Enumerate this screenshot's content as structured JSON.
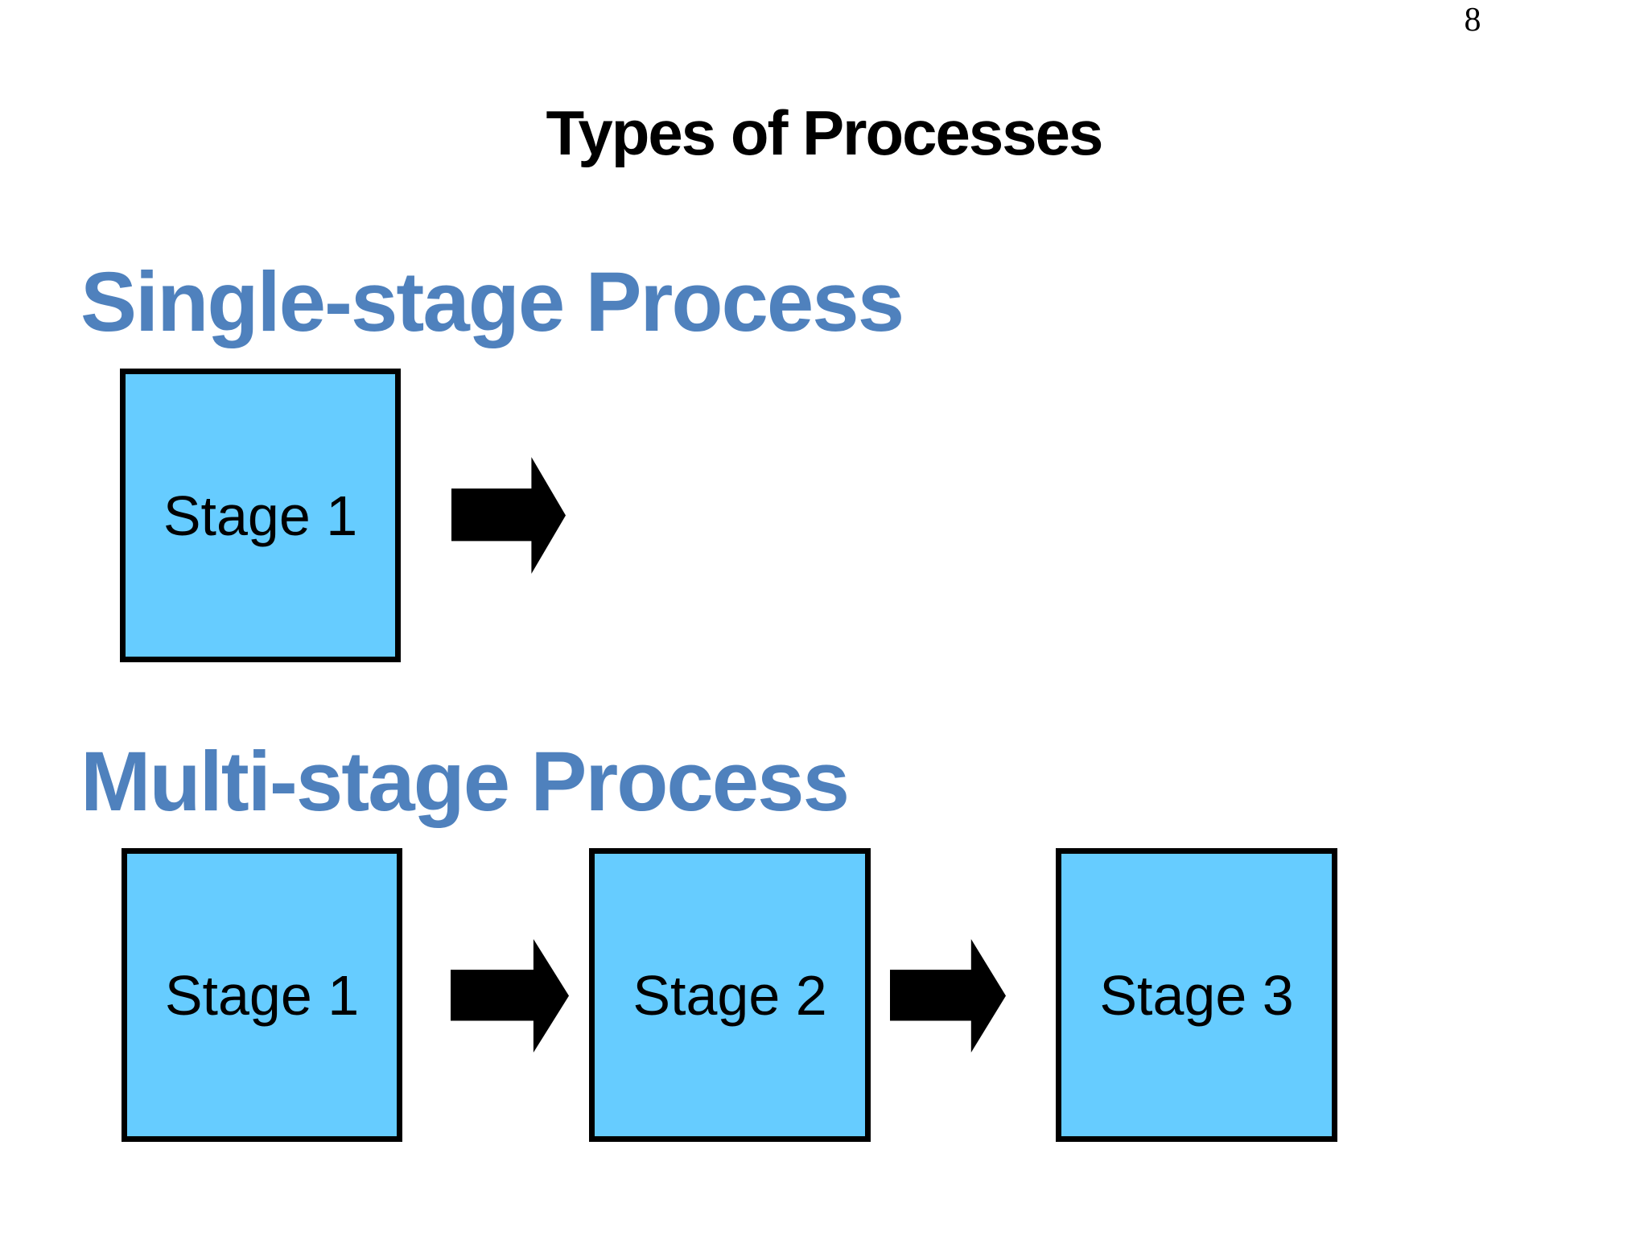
{
  "page": {
    "number": "8",
    "title": "Types of Processes"
  },
  "sections": [
    {
      "heading": "Single-stage Process",
      "stages": [
        "Stage 1"
      ]
    },
    {
      "heading": "Multi-stage Process",
      "stages": [
        "Stage 1",
        "Stage 2",
        "Stage 3"
      ]
    }
  ],
  "colors": {
    "box_fill": "#66CCFF",
    "box_border": "#000000",
    "heading_blue": "#4F81BD",
    "arrow_black": "#000000",
    "background": "#FFFFFF"
  },
  "icons": {
    "arrow_right": "right-block-arrow"
  }
}
